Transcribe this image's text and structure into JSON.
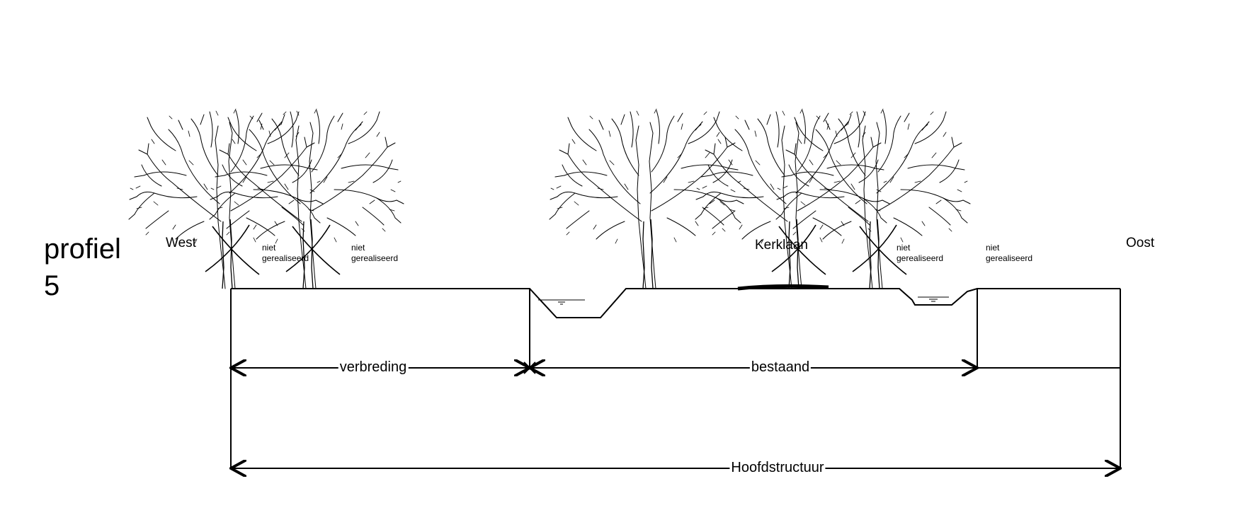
{
  "title": {
    "line1": "profiel",
    "line2": "5"
  },
  "compass": {
    "west": "West",
    "east": "Oost"
  },
  "road_name": "Kerklaan",
  "tree_notes": [
    {
      "line1": "niet",
      "line2": "gerealiseerd"
    },
    {
      "line1": "niet",
      "line2": "gerealiseerd"
    },
    {
      "line1": "niet",
      "line2": "gerealiseerd"
    },
    {
      "line1": "niet",
      "line2": "gerealiseerd"
    }
  ],
  "dimensions": {
    "widening": "verbreding",
    "existing": "bestaand",
    "main_structure": "Hoofdstructuur"
  },
  "colors": {
    "line": "#000000",
    "background": "#ffffff"
  }
}
